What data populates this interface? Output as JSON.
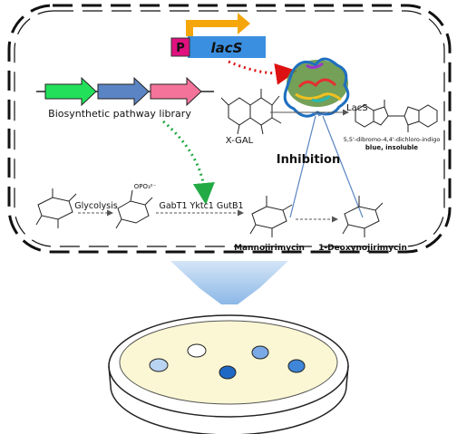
{
  "promoter_label": "P",
  "gene_label": "lacS",
  "pathway_library_label": "Biosynthetic pathway library",
  "enzyme_label": "LacS",
  "substrate_label": "X-GAL",
  "product_name": "5,5'-dibromo-4,4'-dichloro-indigo",
  "product_property": "blue, insoluble",
  "inhibition_label": "Inhibition",
  "glycolysis_label": "Glycolysis",
  "enzymes_label": "GabT1 Yktc1 GutB1",
  "phosphate_label": "OPO₃²⁻",
  "mannojirimycin_label": "Mannojirimycin",
  "deoxynojirimycin_label": "1-Deoxynojirimycin",
  "colors": {
    "promoter_fill": "#e0117f",
    "gene_bar": "#3b8fe0",
    "gene_arrow": "#f5a60a",
    "pathway_green": "#22e05a",
    "pathway_blue": "#5b84c4",
    "pathway_pink": "#f4739a",
    "dotted_green": "#22aa44",
    "dotted_red": "#dd1111",
    "product_blue": "#1a66c0",
    "plate_fill": "#fbf7d4"
  },
  "colonies": [
    {
      "color": "light-blue",
      "fill": "#b9d3f2"
    },
    {
      "color": "white",
      "fill": "#ffffff"
    },
    {
      "color": "medium-blue",
      "fill": "#7aa9e6"
    },
    {
      "color": "dark-blue",
      "fill": "#1f69c5"
    },
    {
      "color": "blue",
      "fill": "#3f86d8"
    }
  ]
}
